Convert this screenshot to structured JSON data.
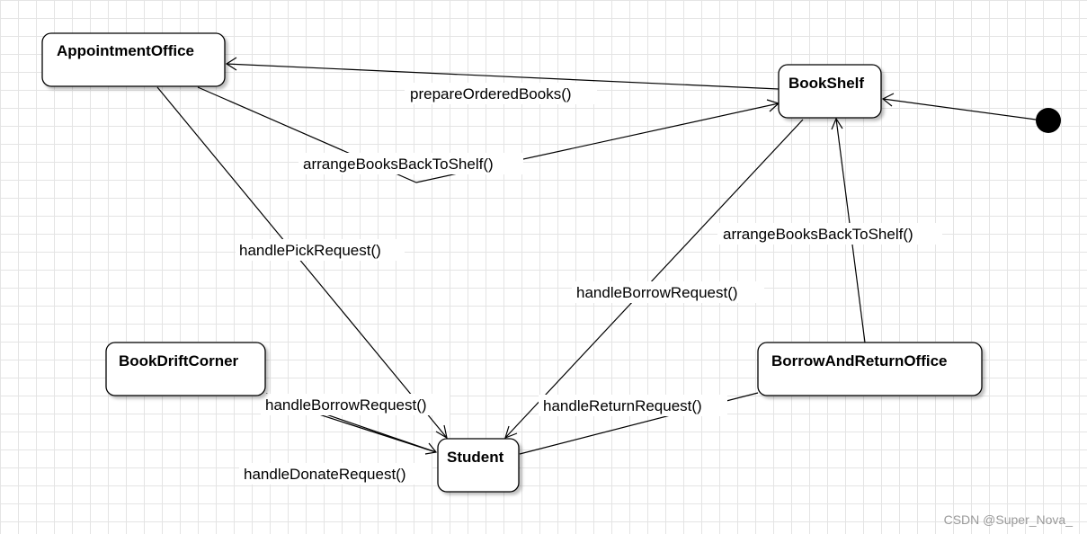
{
  "nodes": {
    "appointment_office": "AppointmentOffice",
    "book_shelf": "BookShelf",
    "book_drift_corner": "BookDriftCorner",
    "borrow_and_return_office": "BorrowAndReturnOffice",
    "student": "Student"
  },
  "transitions": {
    "prepare_ordered_books": "prepareOrderedBooks()",
    "arrange_books_back_to_shelf_1": "arrangeBooksBackToShelf()",
    "arrange_books_back_to_shelf_2": "arrangeBooksBackToShelf()",
    "handle_pick_request": "handlePickRequest()",
    "handle_borrow_request_1": "handleBorrowRequest()",
    "handle_borrow_request_2": "handleBorrowRequest()",
    "handle_return_request": "handleReturnRequest()",
    "handle_donate_request": "handleDonateRequest()"
  },
  "watermark": "CSDN @Super_Nova_",
  "colors": {
    "line": "#000000",
    "node_fill": "#ffffff",
    "grid": "#e4e4e4",
    "initial_state": "#000000"
  }
}
